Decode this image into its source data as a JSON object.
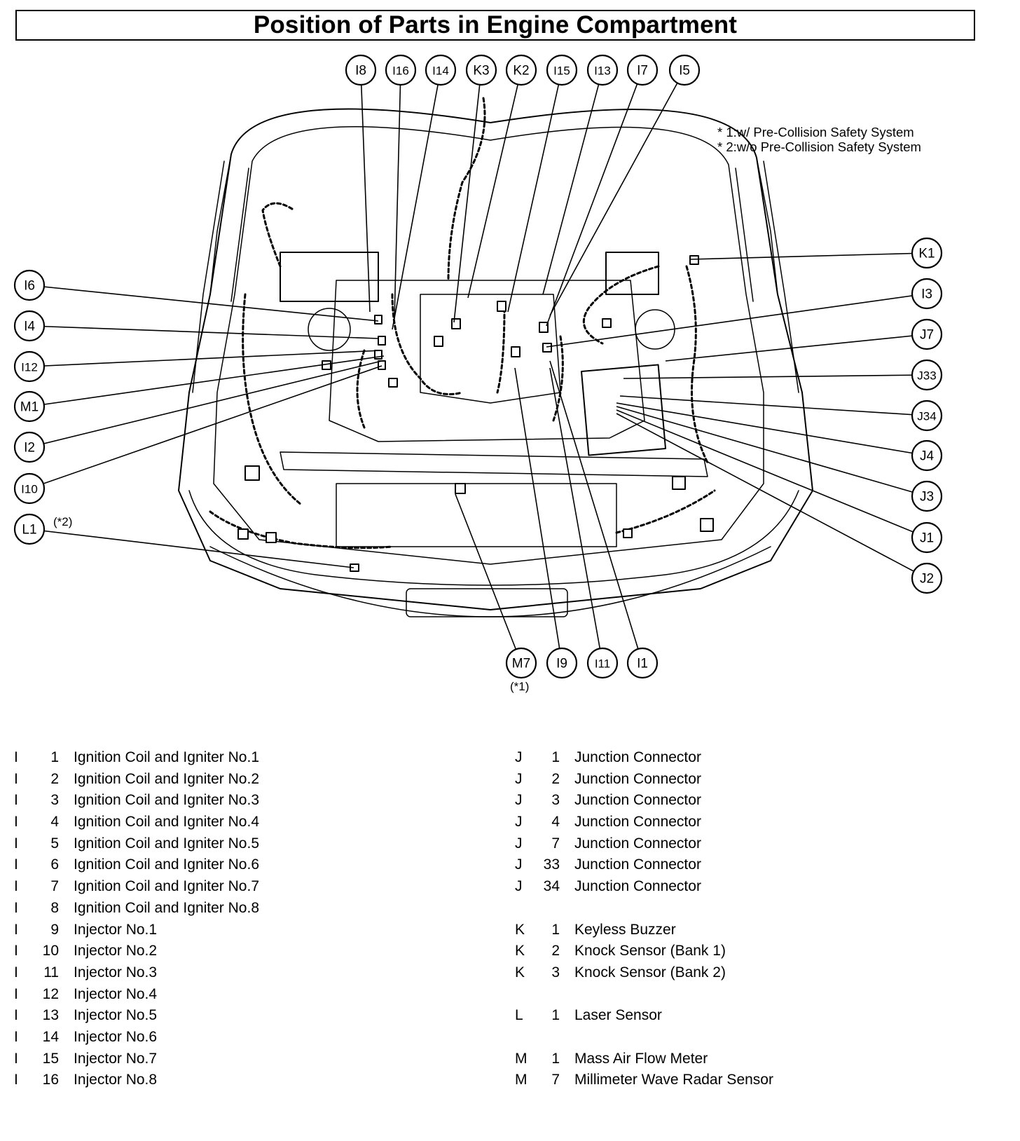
{
  "title": "Position of Parts in Engine Compartment",
  "notes": [
    "* 1:w/ Pre-Collision Safety System",
    "* 2:w/o Pre-Collision Safety System"
  ],
  "callouts": {
    "top": [
      "I8",
      "I16",
      "I14",
      "K3",
      "K2",
      "I15",
      "I13",
      "I7",
      "I5"
    ],
    "left": [
      "I6",
      "I4",
      "I12",
      "M1",
      "I2",
      "I10",
      "L1"
    ],
    "right": [
      "K1",
      "I3",
      "J7",
      "J33",
      "J34",
      "J4",
      "J3",
      "J1",
      "J2"
    ],
    "bottom": [
      "M7",
      "I9",
      "I11",
      "I1"
    ]
  },
  "callout_notes": {
    "L1": "(*2)",
    "M7": "(*1)"
  },
  "legend_left": [
    {
      "letter": "I",
      "num": "1",
      "desc": "Ignition Coil and Igniter No.1"
    },
    {
      "letter": "I",
      "num": "2",
      "desc": "Ignition Coil and Igniter No.2"
    },
    {
      "letter": "I",
      "num": "3",
      "desc": "Ignition Coil and Igniter No.3"
    },
    {
      "letter": "I",
      "num": "4",
      "desc": "Ignition Coil and Igniter No.4"
    },
    {
      "letter": "I",
      "num": "5",
      "desc": "Ignition Coil and Igniter No.5"
    },
    {
      "letter": "I",
      "num": "6",
      "desc": "Ignition Coil and Igniter No.6"
    },
    {
      "letter": "I",
      "num": "7",
      "desc": "Ignition Coil and Igniter No.7"
    },
    {
      "letter": "I",
      "num": "8",
      "desc": "Ignition Coil and Igniter No.8"
    },
    {
      "letter": "I",
      "num": "9",
      "desc": "Injector No.1"
    },
    {
      "letter": "I",
      "num": "10",
      "desc": "Injector No.2"
    },
    {
      "letter": "I",
      "num": "11",
      "desc": "Injector No.3"
    },
    {
      "letter": "I",
      "num": "12",
      "desc": "Injector No.4"
    },
    {
      "letter": "I",
      "num": "13",
      "desc": "Injector No.5"
    },
    {
      "letter": "I",
      "num": "14",
      "desc": "Injector No.6"
    },
    {
      "letter": "I",
      "num": "15",
      "desc": "Injector No.7"
    },
    {
      "letter": "I",
      "num": "16",
      "desc": "Injector No.8"
    }
  ],
  "legend_right": [
    {
      "letter": "J",
      "num": "1",
      "desc": "Junction Connector"
    },
    {
      "letter": "J",
      "num": "2",
      "desc": "Junction Connector"
    },
    {
      "letter": "J",
      "num": "3",
      "desc": "Junction Connector"
    },
    {
      "letter": "J",
      "num": "4",
      "desc": "Junction Connector"
    },
    {
      "letter": "J",
      "num": "7",
      "desc": "Junction Connector"
    },
    {
      "letter": "J",
      "num": "33",
      "desc": "Junction Connector"
    },
    {
      "letter": "J",
      "num": "34",
      "desc": "Junction Connector"
    },
    null,
    {
      "letter": "K",
      "num": "1",
      "desc": "Keyless Buzzer"
    },
    {
      "letter": "K",
      "num": "2",
      "desc": "Knock Sensor (Bank 1)"
    },
    {
      "letter": "K",
      "num": "3",
      "desc": "Knock Sensor (Bank 2)"
    },
    null,
    {
      "letter": "L",
      "num": "1",
      "desc": "Laser Sensor"
    },
    null,
    {
      "letter": "M",
      "num": "1",
      "desc": "Mass Air Flow Meter"
    },
    {
      "letter": "M",
      "num": "7",
      "desc": "Millimeter Wave Radar Sensor"
    }
  ]
}
